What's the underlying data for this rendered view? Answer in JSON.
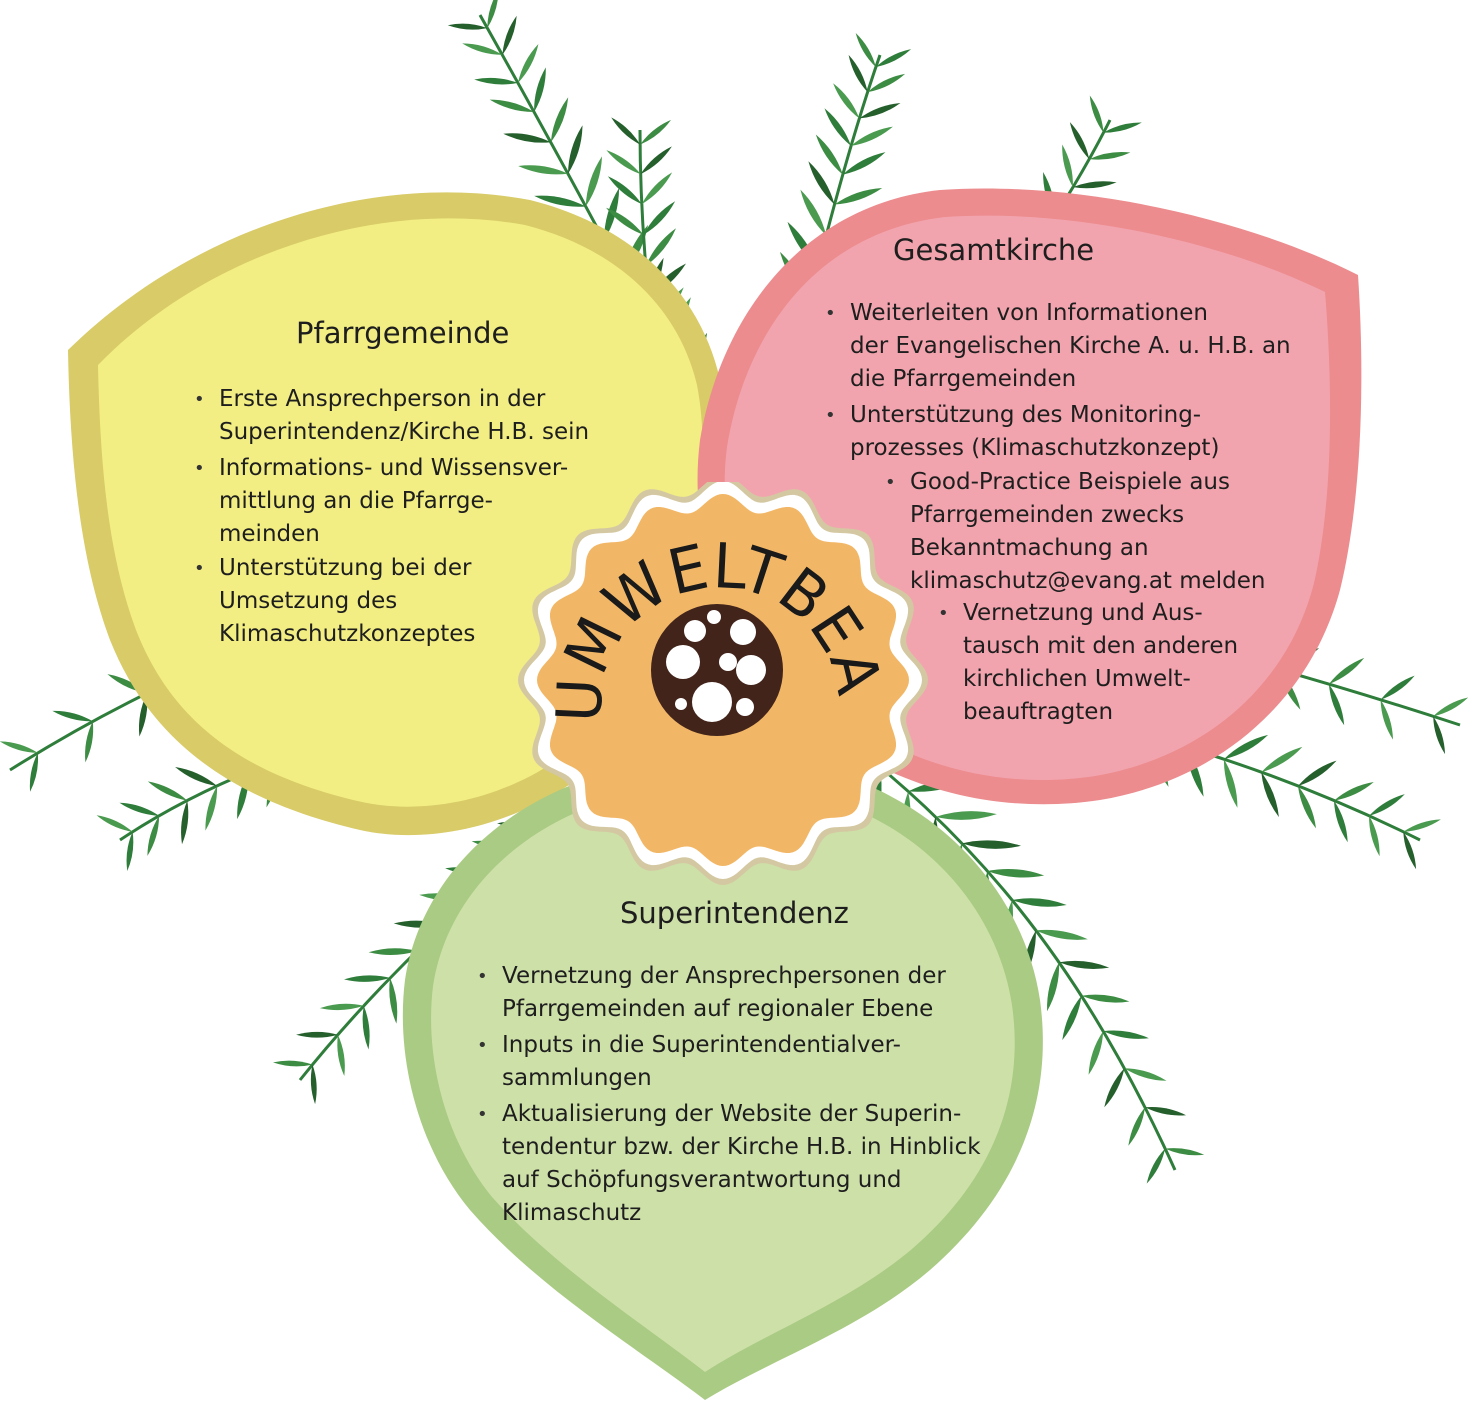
{
  "colors": {
    "leaf_stem": "#2e7d3a",
    "leaf_light": "#4a9b4f",
    "leaf_dark": "#245f2c",
    "yellow_fill": "#f2ee83",
    "yellow_rim": "#d8cb68",
    "pink_fill": "#f2a4ae",
    "pink_rim": "#ec8c8e",
    "green_fill": "#cde0a8",
    "green_rim": "#aacb83",
    "badge_fill": "#f2b766",
    "badge_border": "#ffffff",
    "badge_outline": "#d4c8a2",
    "badge_center": "#42241b",
    "text": "#1e1e1e"
  },
  "badge": {
    "label": "UMWELTBEAUFTRAGTE",
    "icon": "dots-circle-icon"
  },
  "pfarrgemeinde": {
    "title": "Pfarrgemeinde",
    "items": [
      "Erste Ansprechperson in der\nSuperintendenz/Kirche H.B. sein",
      "Informations- und Wissensver-\nmittlung an die Pfarrge-\n meinden",
      "Unterstützung bei der\nUmsetzung des\nKlimaschutzkonzeptes"
    ]
  },
  "gesamtkirche": {
    "title": "Gesamtkirche",
    "items": [
      "Weiterleiten von Informationen\nder Evangelischen Kirche A. u. H.B. an\ndie Pfarrgemeinden",
      "Unterstützung des Monitoring-\nprozesses (Klimaschutzkonzept)"
    ],
    "sub_item": "Good-Practice Beispiele aus\nPfarrgemeinden zwecks\nBekanntmachung an\nklimaschutz@evang.at melden",
    "sub_item_2": "Vernetzung und Aus-\ntausch mit den anderen\nkirchlichen Umwelt-\nbeauftragten"
  },
  "superintendenz": {
    "title": "Superintendenz",
    "items": [
      "Vernetzung der Ansprechpersonen der\nPfarrgemeinden auf regionaler Ebene",
      "Inputs in die Superintendentialver-\nsammlungen",
      "Aktualisierung der Website der Superin-\ntendentur bzw. der Kirche H.B. in Hinblick\n   auf Schöpfungsverantwortung und\n       Klimaschutz"
    ]
  }
}
